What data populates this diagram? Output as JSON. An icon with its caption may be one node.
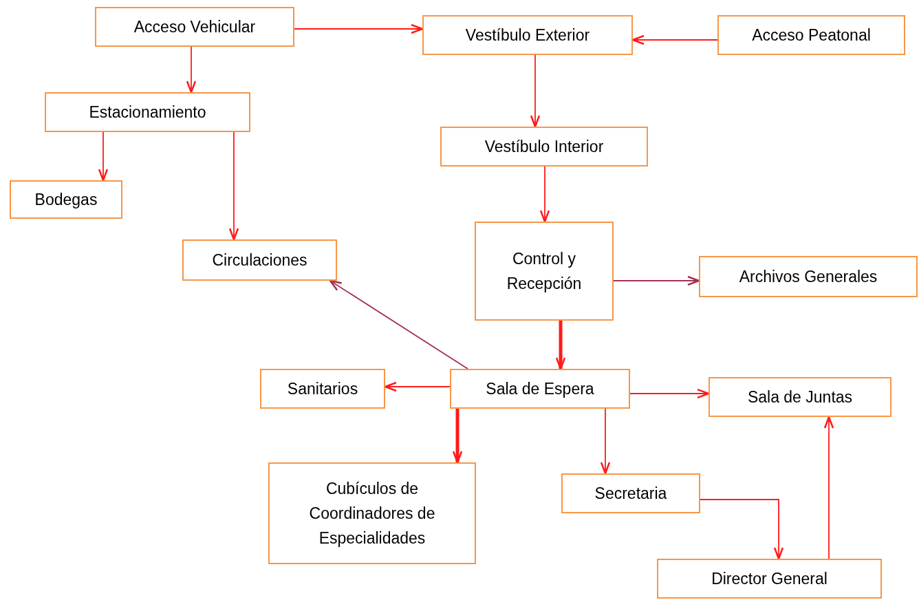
{
  "diagram": {
    "nodes": [
      {
        "text": [
          "Acceso Vehicular"
        ]
      },
      {
        "text": [
          "Vestíbulo Exterior"
        ]
      },
      {
        "text": [
          "Acceso Peatonal"
        ]
      },
      {
        "text": [
          "Estacionamiento"
        ]
      },
      {
        "text": [
          "Bodegas"
        ]
      },
      {
        "text": [
          "Vestíbulo Interior"
        ]
      },
      {
        "text": [
          "Circulaciones"
        ]
      },
      {
        "text": [
          "Control y Recepción"
        ]
      },
      {
        "text": [
          "Archivos Generales"
        ]
      },
      {
        "text": [
          "Sanitarios"
        ]
      },
      {
        "text": [
          "Sala de Espera"
        ]
      },
      {
        "text": [
          "Sala de Juntas"
        ]
      },
      {
        "text": [
          "Cubículos de Coordinadores de Especialidades"
        ]
      },
      {
        "text": [
          "Secretaria"
        ]
      },
      {
        "text": [
          "Director General"
        ]
      }
    ],
    "edges": [
      {
        "from": 0,
        "to": 1,
        "arrow": "to"
      },
      {
        "from": 2,
        "to": 1,
        "arrow": "to"
      },
      {
        "from": 0,
        "to": 3,
        "arrow": "to"
      },
      {
        "from": 3,
        "to": 4,
        "arrow": "to"
      },
      {
        "from": 3,
        "to": 6,
        "arrow": "to"
      },
      {
        "from": 1,
        "to": 5,
        "arrow": "to"
      },
      {
        "from": 5,
        "to": 7,
        "arrow": "to"
      },
      {
        "from": 7,
        "to": 8,
        "arrow": "to",
        "color": "#a3304f"
      },
      {
        "from": 7,
        "to": 10,
        "arrow": "to",
        "style": "thick"
      },
      {
        "from": 10,
        "to": 6,
        "arrow": "to",
        "color": "#a3304f"
      },
      {
        "from": 10,
        "to": 9,
        "arrow": "to"
      },
      {
        "from": 10,
        "to": 12,
        "arrow": "to",
        "style": "thick"
      },
      {
        "from": 10,
        "to": 11,
        "arrow": "to"
      },
      {
        "from": 10,
        "to": 13,
        "arrow": "to"
      },
      {
        "from": 13,
        "to": 14,
        "arrow": "to"
      },
      {
        "from": 14,
        "to": 11,
        "arrow": "to"
      }
    ]
  }
}
